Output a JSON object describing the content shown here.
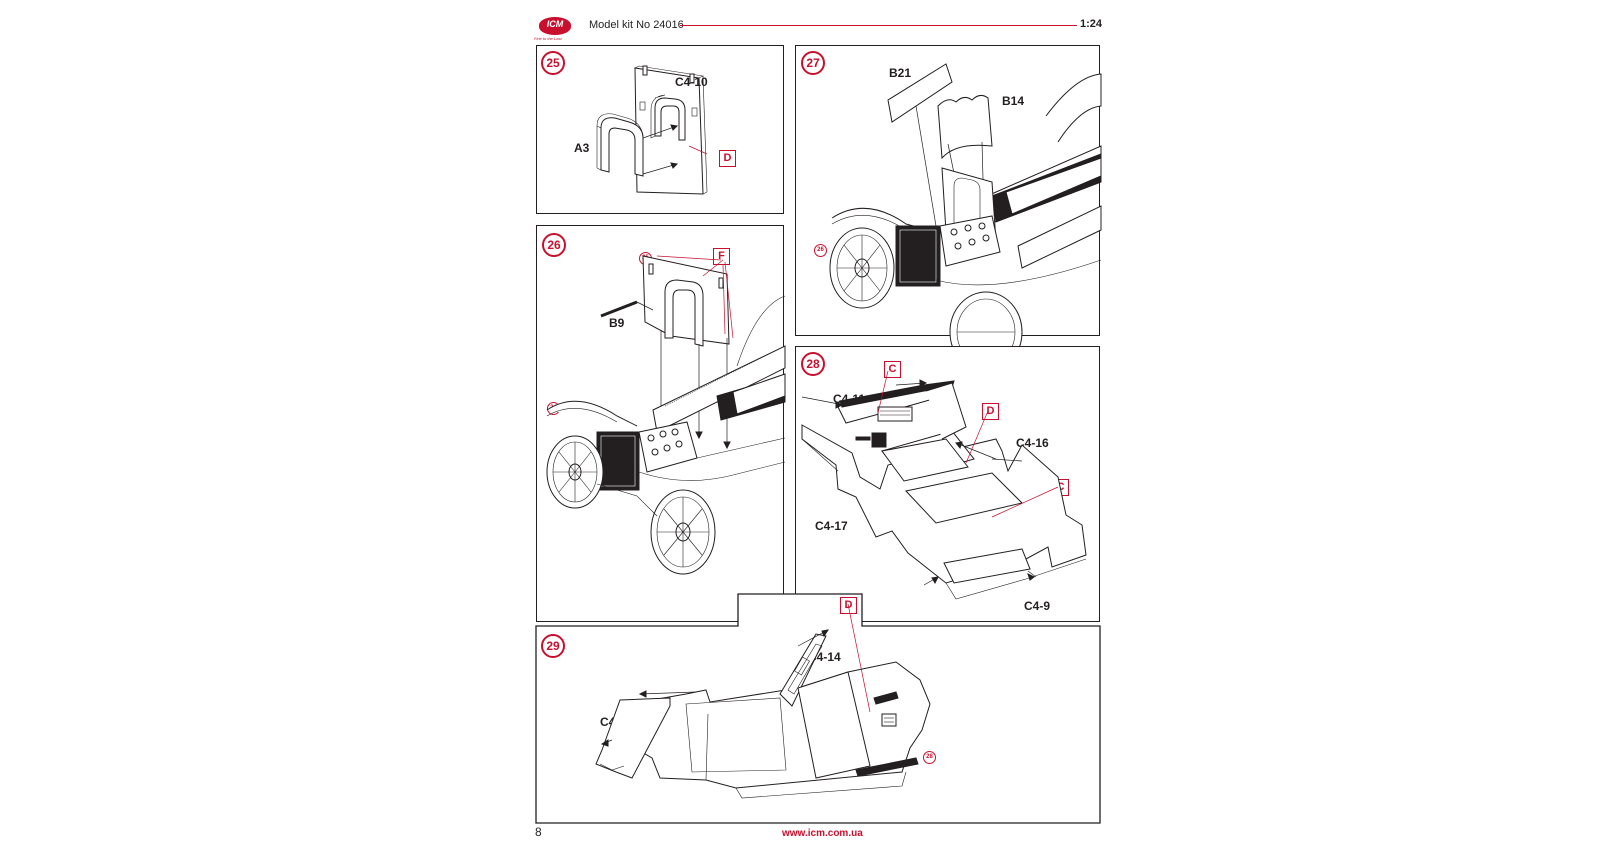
{
  "header": {
    "logo_text": "ICM",
    "logo_slogan": "Fine to the Last",
    "kit_title": "Model kit No 24016",
    "scale": "1:24"
  },
  "steps": {
    "s25": {
      "number": "25",
      "labels": {
        "c4_10": "C4-10",
        "a3": "A3"
      },
      "color_refs": [
        "D"
      ]
    },
    "s26": {
      "number": "26",
      "labels": {
        "b9": "B9"
      },
      "refs": [
        "25",
        "24"
      ],
      "color_refs": [
        "F"
      ]
    },
    "s27": {
      "number": "27",
      "labels": {
        "b21": "B21",
        "b14": "B14"
      },
      "refs": [
        "26"
      ]
    },
    "s28": {
      "number": "28",
      "labels": {
        "c4_11": "C4-11",
        "c4_16": "C4-16",
        "c4_17": "C4-17",
        "c4_9": "C4-9"
      },
      "color_refs": [
        "C",
        "D",
        "C"
      ]
    },
    "s29": {
      "number": "29",
      "labels": {
        "c4_14": "C4-14",
        "c4_12": "C4-12"
      },
      "refs": [
        "28"
      ],
      "color_refs": [
        "D"
      ]
    }
  },
  "footer": {
    "page_number": "8",
    "url": "www.icm.com.ua"
  },
  "colors": {
    "accent_red": "#c8102e",
    "line_black": "#231f20"
  }
}
